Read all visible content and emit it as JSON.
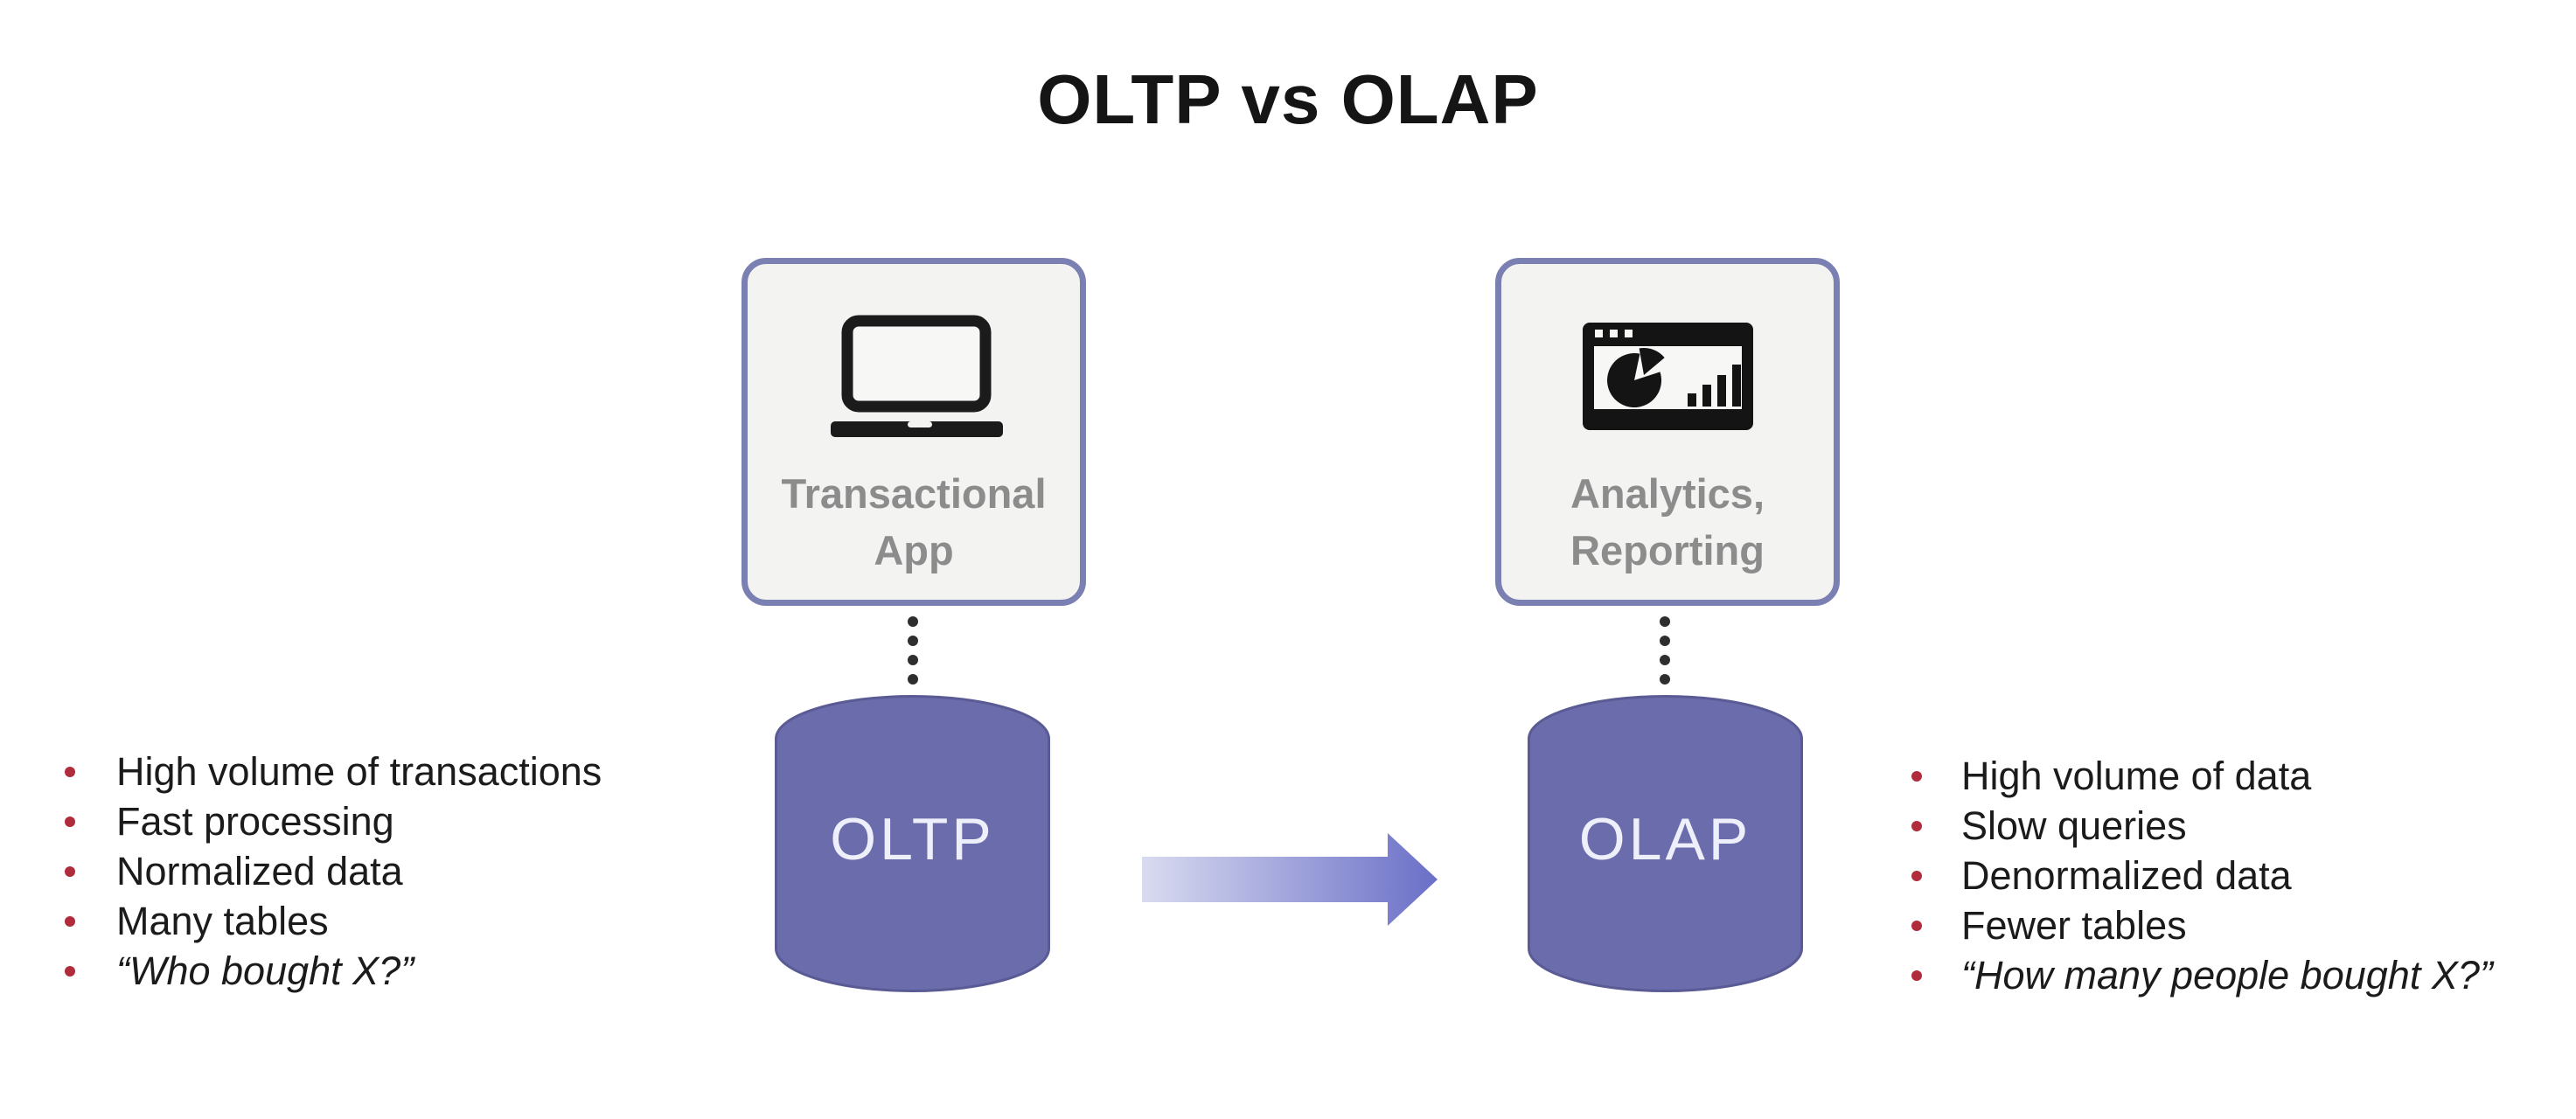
{
  "title": "OLTP vs OLAP",
  "colors": {
    "box_border": "#7b80b2",
    "box_background": "#f3f3f2",
    "box_label_gray": "#8c8c8c",
    "cylinder_purple": "#6b6cac",
    "cylinder_text": "#edeffa",
    "arrow_gradient_from": "#d9dbf0",
    "arrow_gradient_to": "#6a6fc7",
    "bullet_red": "#b02c3c",
    "connector_dot": "#2e2e2e",
    "title_color": "#151515"
  },
  "left": {
    "app_box": {
      "icon": "laptop-icon",
      "label_line1": "Transactional",
      "label_line2": "App"
    },
    "cylinder_label": "OLTP",
    "bullets": [
      "High volume of transactions",
      "Fast processing",
      "Normalized data",
      "Many tables",
      "“Who bought X?”"
    ]
  },
  "right": {
    "app_box": {
      "icon": "dashboard-analytics-icon",
      "label_line1": "Analytics,",
      "label_line2": "Reporting"
    },
    "cylinder_label": "OLAP",
    "bullets": [
      "High volume of data",
      "Slow queries",
      "Denormalized data",
      "Fewer tables",
      "“How many people bought X?”"
    ]
  },
  "arrow": {
    "direction": "oltp-to-olap"
  }
}
